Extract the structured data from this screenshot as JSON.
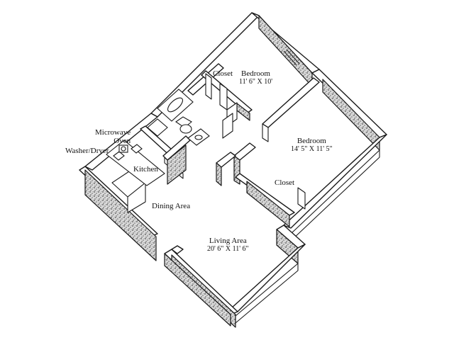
{
  "rooms": {
    "bedroom_a": {
      "label": "Bedroom",
      "dimensions": "11' 6\" X 10'"
    },
    "bedroom_b": {
      "label": "Bedroom",
      "dimensions": "14' 5\" X 11' 5\""
    },
    "closet_a": {
      "label": "Closet"
    },
    "closet_b": {
      "label": "Closet"
    },
    "kitchen": {
      "label": "Kitchen"
    },
    "dining": {
      "label": "Dining Area"
    },
    "living": {
      "label": "Living Area",
      "dimensions": "20' 6\" X 11' 6\""
    }
  },
  "appliances": {
    "microwave_line1": "Microwave",
    "microwave_line2": "Oven",
    "washer_dryer": "Washer/Dryer"
  },
  "colors": {
    "ink": "#1a1a1a",
    "paper": "#ffffff",
    "stipple": "#555555"
  }
}
